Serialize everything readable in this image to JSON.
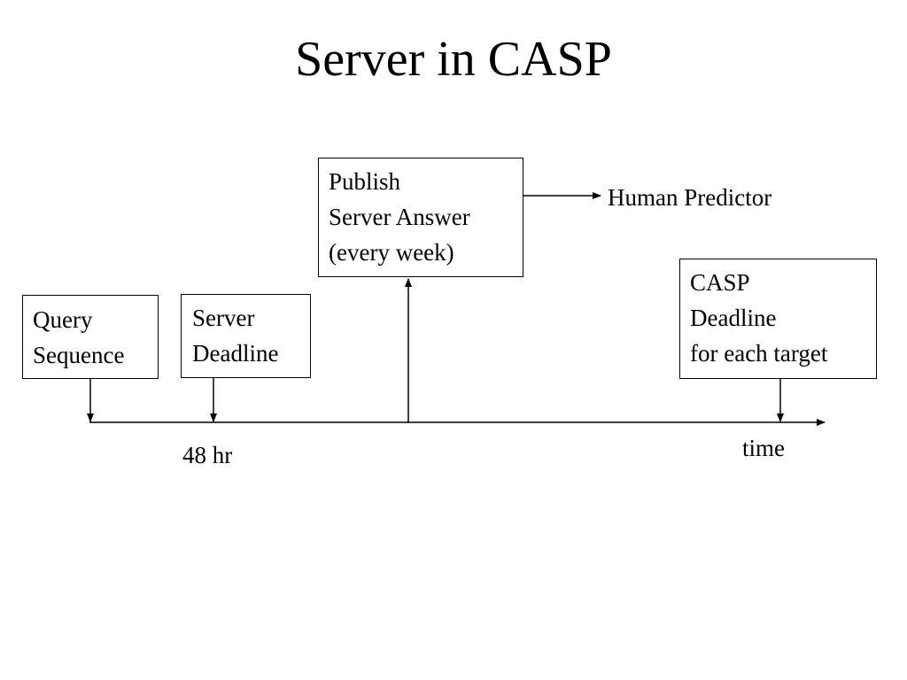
{
  "slide": {
    "title": "Server in CASP"
  },
  "boxes": {
    "query_sequence": {
      "lines": [
        "Query",
        "Sequence"
      ]
    },
    "server_deadline": {
      "lines": [
        "Server",
        "Deadline"
      ]
    },
    "publish_answer": {
      "lines": [
        "Publish",
        "Server Answer",
        "(every week)"
      ]
    },
    "casp_deadline": {
      "lines": [
        "CASP",
        "Deadline",
        "for each target"
      ]
    }
  },
  "labels": {
    "human_predictor": "Human Predictor",
    "time_axis": "time",
    "interval": "48 hr"
  },
  "colors": {
    "ink": "#000000",
    "background": "#ffffff"
  }
}
